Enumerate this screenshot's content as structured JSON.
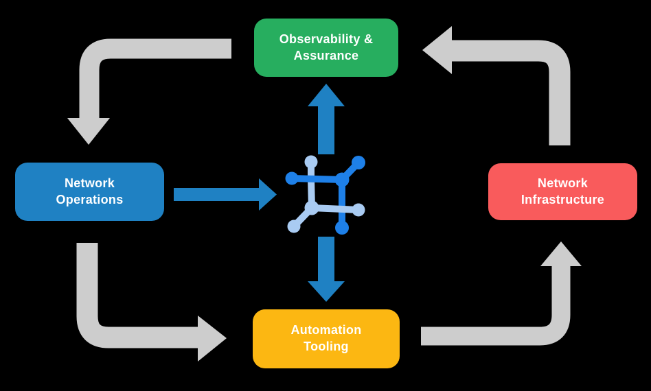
{
  "diagram": {
    "background": "#000000",
    "nodes": [
      {
        "id": "observability-assurance",
        "label": "Observability &\nAssurance",
        "color": "#27AE5F",
        "text_color": "#FFFFFF"
      },
      {
        "id": "network-operations",
        "label": "Network\nOperations",
        "color": "#1F81C3",
        "text_color": "#FFFFFF"
      },
      {
        "id": "network-infrastructure",
        "label": "Network\nInfrastructure",
        "color": "#F95B5C",
        "text_color": "#FFFFFF"
      },
      {
        "id": "automation-tooling",
        "label": "Automation\nTooling",
        "color": "#FCB712",
        "text_color": "#FFFFFF"
      }
    ],
    "center_icon": {
      "name": "network-automation-platform-icon",
      "dark_blue": "#1E80E8",
      "light_blue": "#A9CBF2"
    },
    "colors": {
      "gray_arrow": "#CDCDCD",
      "blue_arrow": "#1F81C3"
    },
    "flows": [
      {
        "from": "observability-assurance",
        "to": "network-operations",
        "style": "gray-curved"
      },
      {
        "from": "network-infrastructure",
        "to": "observability-assurance",
        "style": "gray-curved"
      },
      {
        "from": "network-operations",
        "to": "automation-tooling",
        "style": "gray-curved"
      },
      {
        "from": "automation-tooling",
        "to": "network-infrastructure",
        "style": "gray-curved"
      },
      {
        "from": "network-operations",
        "to": "center-icon",
        "style": "blue-straight"
      },
      {
        "from": "center-icon",
        "to": "observability-assurance",
        "style": "blue-straight"
      },
      {
        "from": "center-icon",
        "to": "automation-tooling",
        "style": "blue-straight"
      }
    ]
  }
}
